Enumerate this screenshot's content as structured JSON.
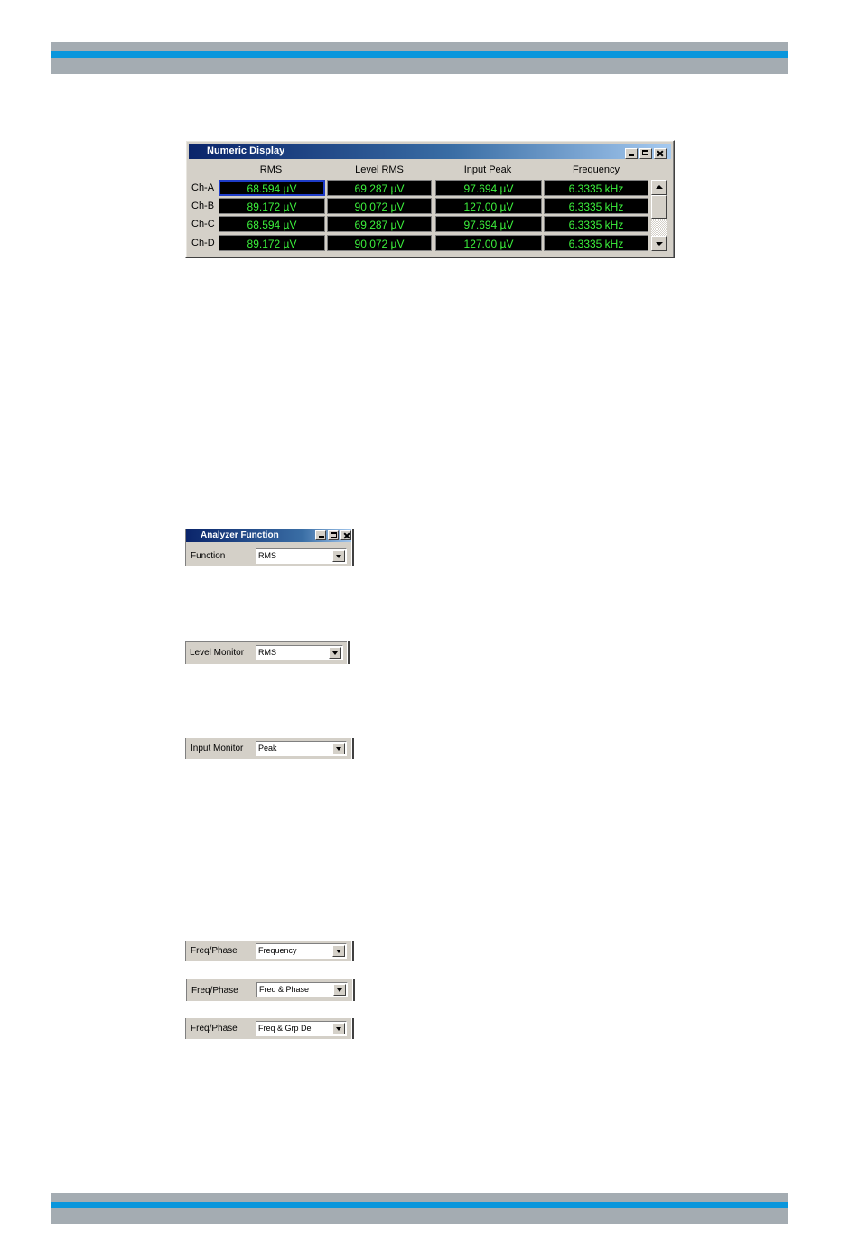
{
  "numeric_display": {
    "title": "Numeric Display",
    "columns": [
      "RMS",
      "Level RMS",
      "Input Peak",
      "Frequency"
    ],
    "rows": [
      {
        "label": "Ch-A",
        "values": [
          "68.594 µV",
          "69.287 µV",
          "97.694 µV",
          "6.3335 kHz"
        ]
      },
      {
        "label": "Ch-B",
        "values": [
          "89.172 µV",
          "90.072 µV",
          "127.00 µV",
          "6.3335 kHz"
        ]
      },
      {
        "label": "Ch-C",
        "values": [
          "68.594 µV",
          "69.287 µV",
          "97.694 µV",
          "6.3335 kHz"
        ]
      },
      {
        "label": "Ch-D",
        "values": [
          "89.172 µV",
          "90.072 µV",
          "127.00 µV",
          "6.3335 kHz"
        ]
      }
    ]
  },
  "analyzer_function": {
    "title": "Analyzer Function",
    "label": "Function",
    "value": "RMS"
  },
  "level_monitor": {
    "label": "Level Monitor",
    "value": "RMS"
  },
  "input_monitor": {
    "label": "Input Monitor",
    "value": "Peak"
  },
  "freq_phase_1": {
    "label": "Freq/Phase",
    "value": "Frequency"
  },
  "freq_phase_2": {
    "label": "Freq/Phase",
    "value": "Freq & Phase"
  },
  "freq_phase_3": {
    "label": "Freq/Phase",
    "value": "Freq & Grp Del"
  },
  "colors": {
    "band": "#a4acb2",
    "stripe": "#0a96dc",
    "readout": "#3cf03c"
  }
}
